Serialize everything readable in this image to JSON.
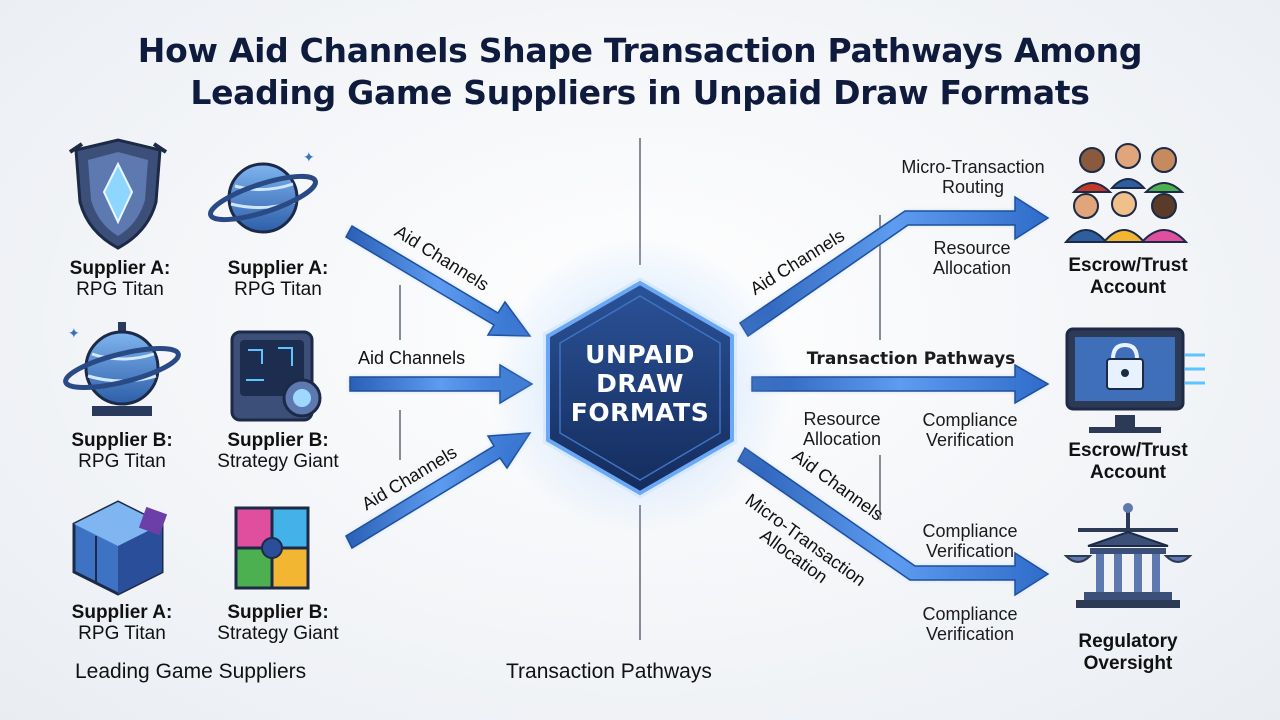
{
  "title": {
    "line1": "How Aid Channels Shape Transaction Pathways Among",
    "line2": "Leading Game Suppliers in Unpaid Draw Formats"
  },
  "suppliers": [
    {
      "name": "Supplier A:",
      "desc": "RPG Titan",
      "icon": "shield-crystal-icon"
    },
    {
      "name": "Supplier A:",
      "desc": "RPG Titan",
      "icon": "planet-icon"
    },
    {
      "name": "Supplier B:",
      "desc": "RPG Titan",
      "icon": "planet-on-stand-icon"
    },
    {
      "name": "Supplier B:",
      "desc": "Strategy Giant",
      "icon": "circuit-board-icon"
    },
    {
      "name": "Supplier A:",
      "desc": "RPG Titan",
      "icon": "puzzle-cube-icon"
    },
    {
      "name": "Supplier B:",
      "desc": "Strategy Giant",
      "icon": "color-puzzle-cube-icon"
    }
  ],
  "left_arrows": [
    "Aid Channels",
    "Aid Channels",
    "Aid Channels"
  ],
  "center": {
    "line1": "UNPAID",
    "line2": "DRAW",
    "line3": "FORMATS"
  },
  "right_labels": {
    "aid_channels_top": "Aid Channels",
    "micro_routing": [
      "Micro-Transaction",
      "Routing"
    ],
    "resource_allocation_top": [
      "Resource",
      "Allocation"
    ],
    "transaction_pathways": "Transaction Pathways",
    "resource_allocation_mid": [
      "Resource",
      "Allocation"
    ],
    "compliance_mid": [
      "Compliance",
      "Verification"
    ],
    "aid_channels_bottom": "Aid Channels",
    "micro_allocation": [
      "Micro-Transaction",
      "Allocation"
    ],
    "compliance_low1": [
      "Compliance",
      "Verification"
    ],
    "compliance_low2": [
      "Compliance",
      "Verification"
    ]
  },
  "targets": [
    {
      "line1": "Escrow/Trust",
      "line2": "Account",
      "icon": "people-group-icon"
    },
    {
      "line1": "Escrow/Trust",
      "line2": "Account",
      "icon": "secure-monitor-icon"
    },
    {
      "line1": "Regulatory",
      "line2": "Oversight",
      "icon": "courthouse-scales-icon"
    }
  ],
  "footer": {
    "left": "Leading Game Suppliers",
    "center": "Transaction Pathways"
  },
  "colors": {
    "title": "#0f1b3d",
    "arrow_blue": "#3b7dd8",
    "arrow_light": "#bcd9ff",
    "hexagon": "#1e3e7a",
    "glow": "#7fb6ff"
  }
}
